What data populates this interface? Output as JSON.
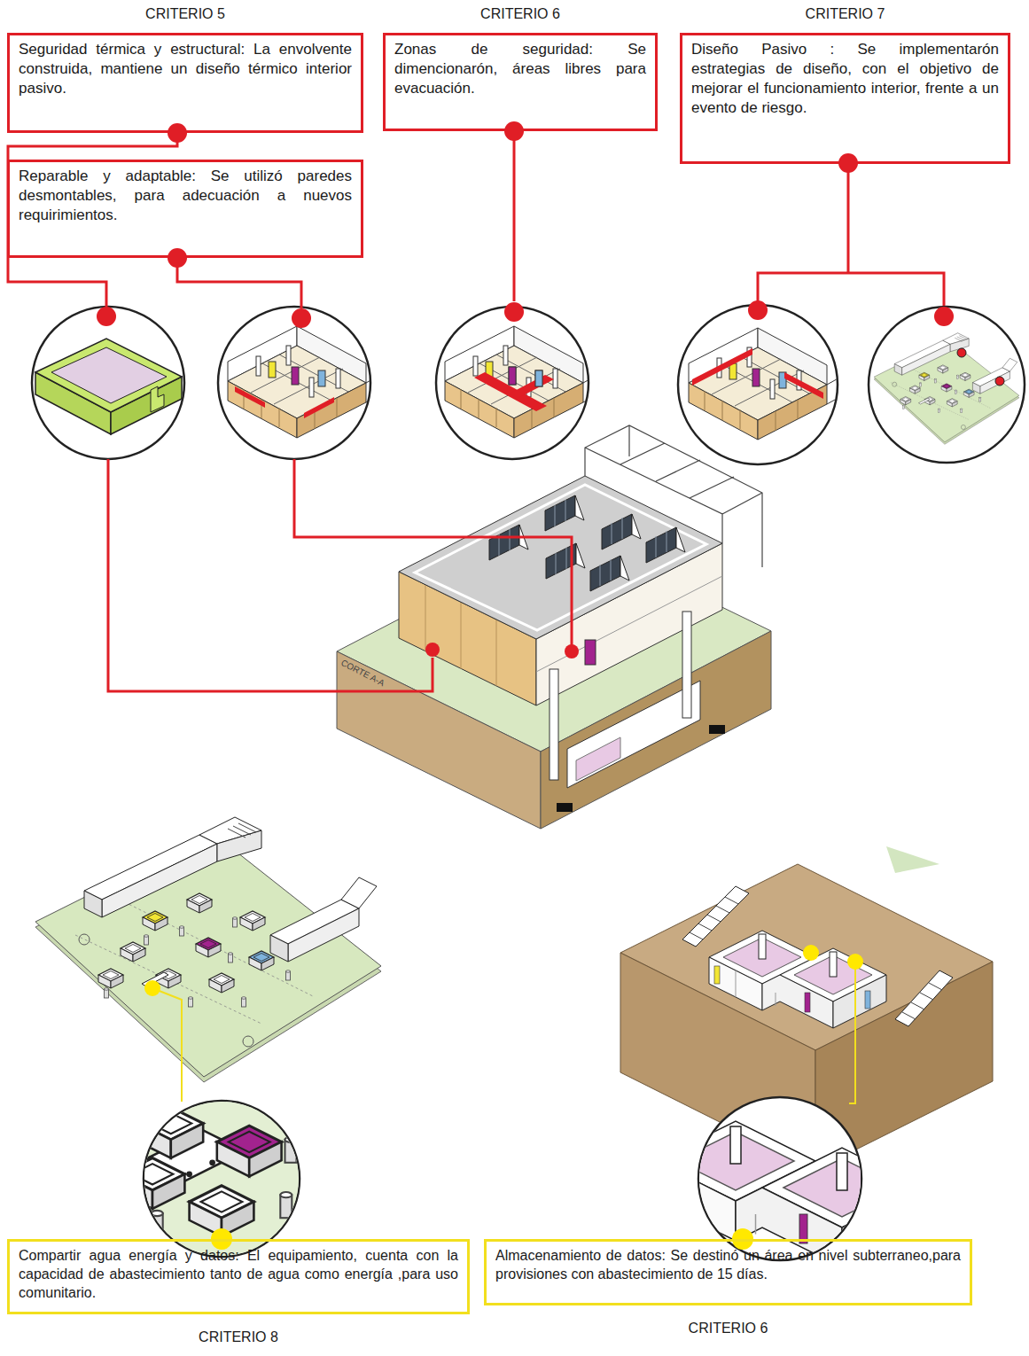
{
  "diagram": {
    "nodes": [
      {
        "text": [
          "CRITERIO 5",
          "Seguridad térmica y estructural: La envolvente construida, mantiene un diseño térmico interior pasivo."
        ]
      },
      {
        "text": [
          "CRITERIO 6",
          "Zonas de seguridad: Se dimencionarón, áreas libres para evacuación."
        ]
      },
      {
        "text": [
          "CRITERIO 7",
          "Diseño Pasivo : Se implementarón estrategias de diseño, con el objetivo de mejorar el funcionamiento interior, frente a un evento de riesgo."
        ]
      },
      {
        "text": [
          "Reparable y adaptable: Se utilizó paredes desmontables, para adecuación a nuevos requirimientos."
        ]
      },
      {
        "text": [
          "Compartir agua energía y datos: El equipamiento, cuenta con la capacidad de abastecimiento tanto de agua como energía ,para uso comunitario.",
          "CRITERIO 8"
        ]
      },
      {
        "text": [
          "Almacenamiento de datos: Se destinó un área en nivel subterraneo,para provisiones con abastecimiento de 15 días.",
          "CRITERIO 6"
        ]
      }
    ],
    "labels": [
      "CORTE A-A"
    ]
  }
}
